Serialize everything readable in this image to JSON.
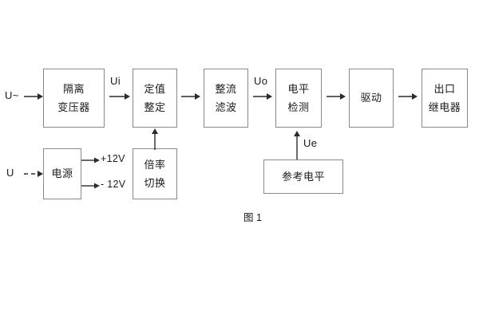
{
  "figure": {
    "caption": "图 1",
    "border_color": "#8a8a8a",
    "line_color": "#2b2b2b",
    "text_color": "#1b1b1b",
    "background": "#ffffff"
  },
  "blocks": [
    {
      "id": "isolation-transformer",
      "line1": "隔离",
      "line2": "变压器"
    },
    {
      "id": "setting-value",
      "line1": "定值",
      "line2": "整定"
    },
    {
      "id": "rectifier-filter",
      "line1": "整流",
      "line2": "滤波"
    },
    {
      "id": "level-detection",
      "line1": "电平",
      "line2": "检测"
    },
    {
      "id": "drive",
      "line1": "驱动",
      "line2": ""
    },
    {
      "id": "output-relay",
      "line1": "出口",
      "line2": "继电器"
    },
    {
      "id": "power-supply",
      "line1": "电源",
      "line2": ""
    },
    {
      "id": "multiplier-switch",
      "line1": "倍率",
      "line2": "切换"
    },
    {
      "id": "reference-level",
      "line1": "参考电平",
      "line2": ""
    }
  ],
  "labels": {
    "input_ac": "U~",
    "input_dc": "U",
    "signal_ui": "Ui",
    "signal_uo": "Uo",
    "signal_ue": "Ue",
    "supply_positive": "+12V",
    "supply_negative": "- 12V"
  }
}
